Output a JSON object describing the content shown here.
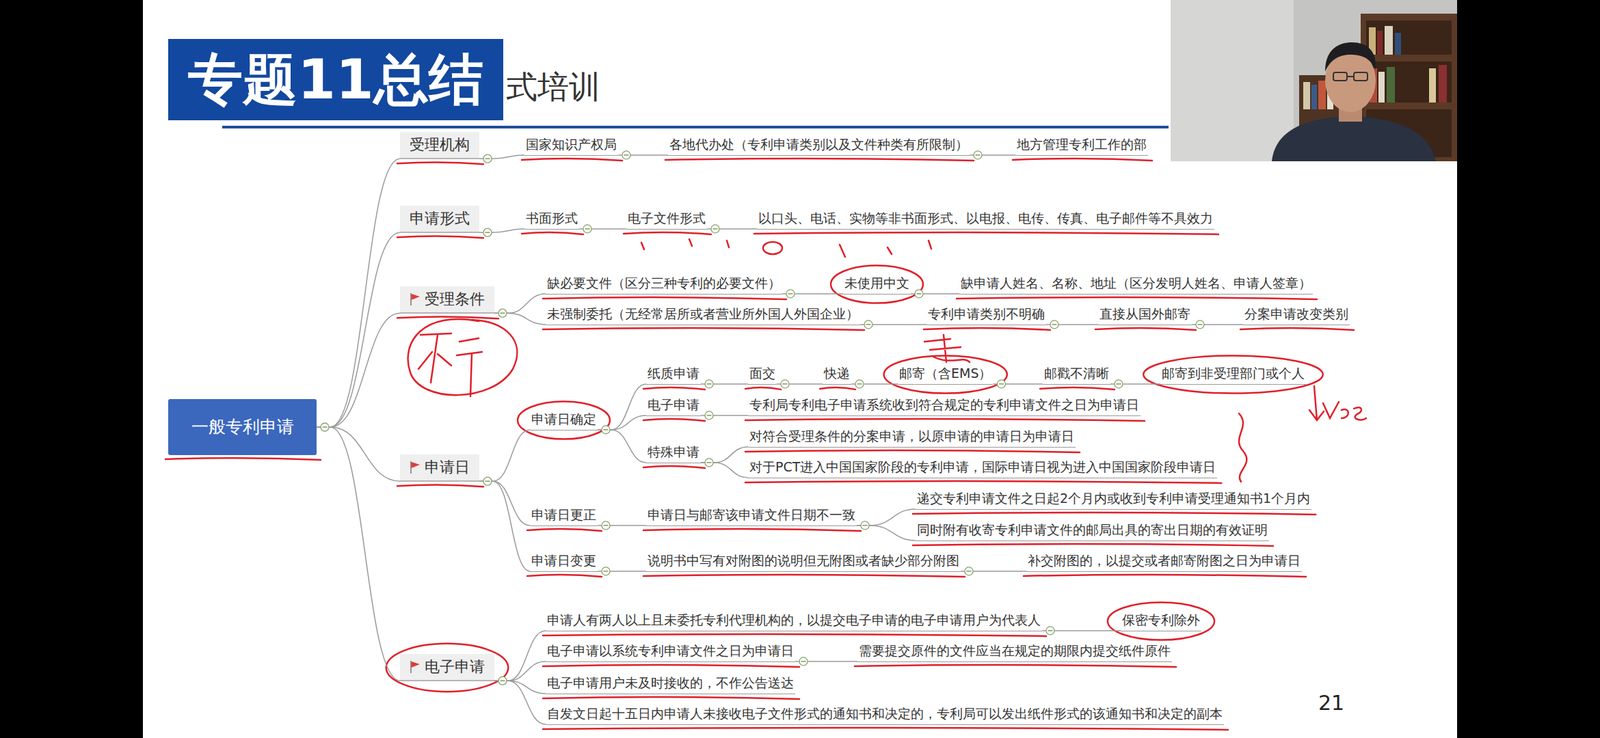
{
  "diagram": {
    "title": "专题11总结",
    "nodes": [
      {
        "text": [
          "一般专利申请"
        ]
      },
      {
        "text": [
          "受理机构"
        ]
      },
      {
        "text": [
          "国家知识产权局"
        ]
      },
      {
        "text": [
          "各地代办处（专利申请类别以及文件种类有所限制）"
        ]
      },
      {
        "text": [
          "地方管理专利工作的部"
        ]
      },
      {
        "text": [
          "申请形式"
        ]
      },
      {
        "text": [
          "书面形式"
        ]
      },
      {
        "text": [
          "电子文件形式"
        ]
      },
      {
        "text": [
          "以口头、电话、实物等非书面形式、以电报、电传、传真、电子邮件等不具效力"
        ]
      },
      {
        "text": [
          "受理条件"
        ]
      },
      {
        "text": [
          "缺必要文件（区分三种专利的必要文件）"
        ]
      },
      {
        "text": [
          "未使用中文"
        ]
      },
      {
        "text": [
          "缺申请人姓名、名称、地址（区分发明人姓名、申请人签章）"
        ]
      },
      {
        "text": [
          "未强制委托（无经常居所或者营业所外国人外国企业）"
        ]
      },
      {
        "text": [
          "专利申请类别不明确"
        ]
      },
      {
        "text": [
          "直接从国外邮寄"
        ]
      },
      {
        "text": [
          "分案申请改变类别"
        ]
      },
      {
        "text": [
          "申请日"
        ]
      },
      {
        "text": [
          "申请日确定"
        ]
      },
      {
        "text": [
          "纸质申请"
        ]
      },
      {
        "text": [
          "面交"
        ]
      },
      {
        "text": [
          "快递"
        ]
      },
      {
        "text": [
          "邮寄（含EMS）"
        ]
      },
      {
        "text": [
          "邮戳不清晰"
        ]
      },
      {
        "text": [
          "邮寄到非受理部门或个人"
        ]
      },
      {
        "text": [
          "电子申请"
        ]
      },
      {
        "text": [
          "专利局专利电子申请系统收到符合规定的专利申请文件之日为申请日"
        ]
      },
      {
        "text": [
          "特殊申请"
        ]
      },
      {
        "text": [
          "对符合受理条件的分案申请，以原申请的申请日为申请日"
        ]
      },
      {
        "text": [
          "对于PCT进入中国国家阶段的专利申请，国际申请日视为进入中国国家阶段申请日"
        ]
      },
      {
        "text": [
          "申请日更正"
        ]
      },
      {
        "text": [
          "申请日与邮寄该申请文件日期不一致"
        ]
      },
      {
        "text": [
          "递交专利申请文件之日起2个月内或收到专利申请受理通知书1个月内"
        ]
      },
      {
        "text": [
          "同时附有收寄专利申请文件的邮局出具的寄出日期的有效证明"
        ]
      },
      {
        "text": [
          "申请日变更"
        ]
      },
      {
        "text": [
          "说明书中写有对附图的说明但无附图或者缺少部分附图"
        ]
      },
      {
        "text": [
          "补交附图的，以提交或者邮寄附图之日为申请日"
        ]
      },
      {
        "text": [
          "电子申请"
        ]
      },
      {
        "text": [
          "申请人有两人以上且未委托专利代理机构的，以提交电子申请的电子申请用户为代表人"
        ]
      },
      {
        "text": [
          "保密专利除外"
        ]
      },
      {
        "text": [
          "电子申请以系统专利申请文件之日为申请日"
        ]
      },
      {
        "text": [
          "需要提交原件的文件应当在规定的期限内提交纸件原件"
        ]
      },
      {
        "text": [
          "电子申请用户未及时接收的，不作公告送达"
        ]
      },
      {
        "text": [
          "自发文日起十五日内申请人未接收电子文件形式的通知书和决定的，专利局可以发出纸件形式的该通知书和决定的副本"
        ]
      }
    ],
    "edges": [
      {
        "from": 0,
        "to": 1,
        "arrow": "none"
      },
      {
        "from": 0,
        "to": 5,
        "arrow": "none"
      },
      {
        "from": 0,
        "to": 9,
        "arrow": "none"
      },
      {
        "from": 0,
        "to": 17,
        "arrow": "none"
      },
      {
        "from": 0,
        "to": 37,
        "arrow": "none"
      },
      {
        "from": 1,
        "to": 2,
        "arrow": "none"
      },
      {
        "from": 2,
        "to": 3,
        "arrow": "none"
      },
      {
        "from": 3,
        "to": 4,
        "arrow": "none"
      },
      {
        "from": 5,
        "to": 6,
        "arrow": "none"
      },
      {
        "from": 6,
        "to": 7,
        "arrow": "none"
      },
      {
        "from": 7,
        "to": 8,
        "arrow": "none"
      },
      {
        "from": 9,
        "to": 10,
        "arrow": "none"
      },
      {
        "from": 10,
        "to": 11,
        "arrow": "none"
      },
      {
        "from": 11,
        "to": 12,
        "arrow": "none"
      },
      {
        "from": 9,
        "to": 13,
        "arrow": "none"
      },
      {
        "from": 13,
        "to": 14,
        "arrow": "none"
      },
      {
        "from": 14,
        "to": 15,
        "arrow": "none"
      },
      {
        "from": 15,
        "to": 16,
        "arrow": "none"
      },
      {
        "from": 17,
        "to": 18,
        "arrow": "none"
      },
      {
        "from": 18,
        "to": 19,
        "arrow": "none"
      },
      {
        "from": 19,
        "to": 20,
        "arrow": "none"
      },
      {
        "from": 20,
        "to": 21,
        "arrow": "none"
      },
      {
        "from": 21,
        "to": 22,
        "arrow": "none"
      },
      {
        "from": 22,
        "to": 23,
        "arrow": "none"
      },
      {
        "from": 23,
        "to": 24,
        "arrow": "none"
      },
      {
        "from": 18,
        "to": 25,
        "arrow": "none"
      },
      {
        "from": 25,
        "to": 26,
        "arrow": "none"
      },
      {
        "from": 18,
        "to": 27,
        "arrow": "none"
      },
      {
        "from": 27,
        "to": 28,
        "arrow": "none"
      },
      {
        "from": 27,
        "to": 29,
        "arrow": "none"
      },
      {
        "from": 17,
        "to": 30,
        "arrow": "none"
      },
      {
        "from": 30,
        "to": 31,
        "arrow": "none"
      },
      {
        "from": 31,
        "to": 32,
        "arrow": "none"
      },
      {
        "from": 31,
        "to": 33,
        "arrow": "none"
      },
      {
        "from": 17,
        "to": 34,
        "arrow": "none"
      },
      {
        "from": 34,
        "to": 35,
        "arrow": "none"
      },
      {
        "from": 35,
        "to": 36,
        "arrow": "none"
      },
      {
        "from": 37,
        "to": 38,
        "arrow": "none"
      },
      {
        "from": 38,
        "to": 39,
        "arrow": "none"
      },
      {
        "from": 37,
        "to": 40,
        "arrow": "none"
      },
      {
        "from": 40,
        "to": 41,
        "arrow": "none"
      },
      {
        "from": 37,
        "to": 42,
        "arrow": "none"
      },
      {
        "from": 37,
        "to": 43,
        "arrow": "none"
      }
    ],
    "labels": [
      "式培训",
      "21"
    ]
  }
}
